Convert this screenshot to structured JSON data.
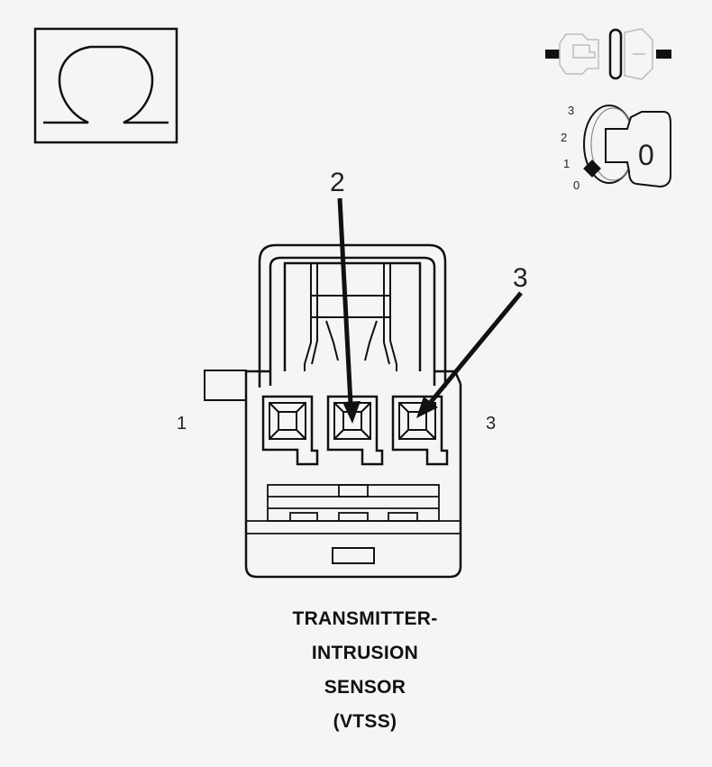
{
  "colors": {
    "background": "#f5f5f5",
    "ink": "#111111",
    "light_outline": "#bbbbbb"
  },
  "icons": {
    "meter": "ohmmeter-omega-icon",
    "connector": "disconnected-connector-icon",
    "ignition": "ignition-key-icon"
  },
  "meter_symbol": "Ω",
  "ignition": {
    "positions": [
      "3",
      "2",
      "1",
      "0"
    ],
    "key_label": "0"
  },
  "callouts": {
    "arrow_2": "2",
    "arrow_3": "3"
  },
  "pin_labels": {
    "left": "1",
    "right": "3"
  },
  "caption": {
    "line1": "TRANSMITTER-",
    "line2": "INTRUSION",
    "line3": "SENSOR",
    "line4": "(VTSS)"
  }
}
